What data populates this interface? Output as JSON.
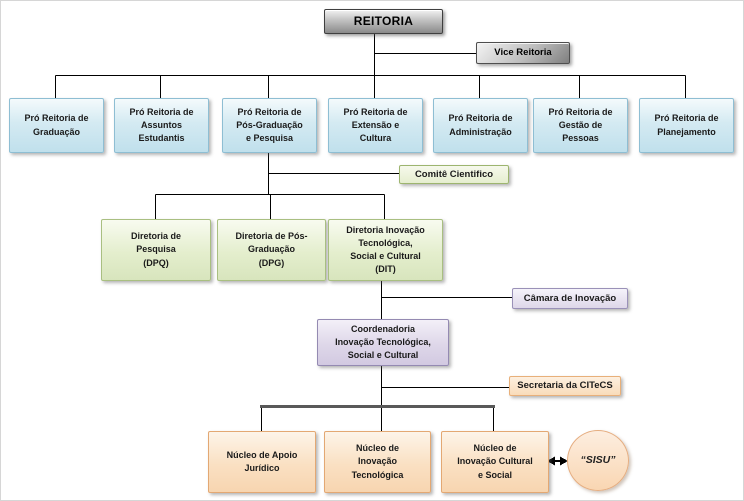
{
  "diagram": {
    "root": {
      "label": "REITORIA"
    },
    "vice": {
      "label": "Vice Reitoria"
    },
    "pro_reitorias": [
      {
        "label": "Pró Reitoria de\nGraduação"
      },
      {
        "label": "Pró Reitoria de\nAssuntos\nEstudantis"
      },
      {
        "label": "Pró Reitoria de\nPós-Graduação\ne Pesquisa"
      },
      {
        "label": "Pró Reitoria de\nExtensão e\nCultura"
      },
      {
        "label": "Pró Reitoria de\nAdministração"
      },
      {
        "label": "Pró Reitoria de\nGestão de\nPessoas"
      },
      {
        "label": "Pró Reitoria de\nPlanejamento"
      }
    ],
    "comite": {
      "label": "Comitê Cientifico"
    },
    "diretorias": [
      {
        "label": "Diretoria de\nPesquisa\n(DPQ)"
      },
      {
        "label": "Diretoria de Pós-\nGraduação\n(DPG)"
      },
      {
        "label": "Diretoria Inovação\nTecnológica,\nSocial e Cultural\n(DIT)"
      }
    ],
    "camara": {
      "label": "Câmara de Inovação"
    },
    "coordenadoria": {
      "label": "Coordenadoria\nInovação Tecnológica,\nSocial e Cultural"
    },
    "secretaria": {
      "label": "Secretaria da CITeCS"
    },
    "nucleos": [
      {
        "label": "Núcleo de Apoio\nJurídico"
      },
      {
        "label": "Núcleo de\nInovação\nTecnológica"
      },
      {
        "label": "Núcleo de\nInovação Cultural\ne Social"
      }
    ],
    "sisu": {
      "label": "“SISU”"
    },
    "palette": {
      "root_box_gray": "#8a8a8a",
      "blue_fill": "#cfe6f0",
      "blue_border": "#8ebed3",
      "green_fill": "#dde9c6",
      "green_border": "#a9bf81",
      "purple_fill": "#d9d2e6",
      "purple_border": "#948ab2",
      "orange_fill": "#f9dcbd",
      "orange_border": "#e3a873",
      "connector_line": "#000000",
      "bottom_bus_gray": "#595959"
    }
  }
}
